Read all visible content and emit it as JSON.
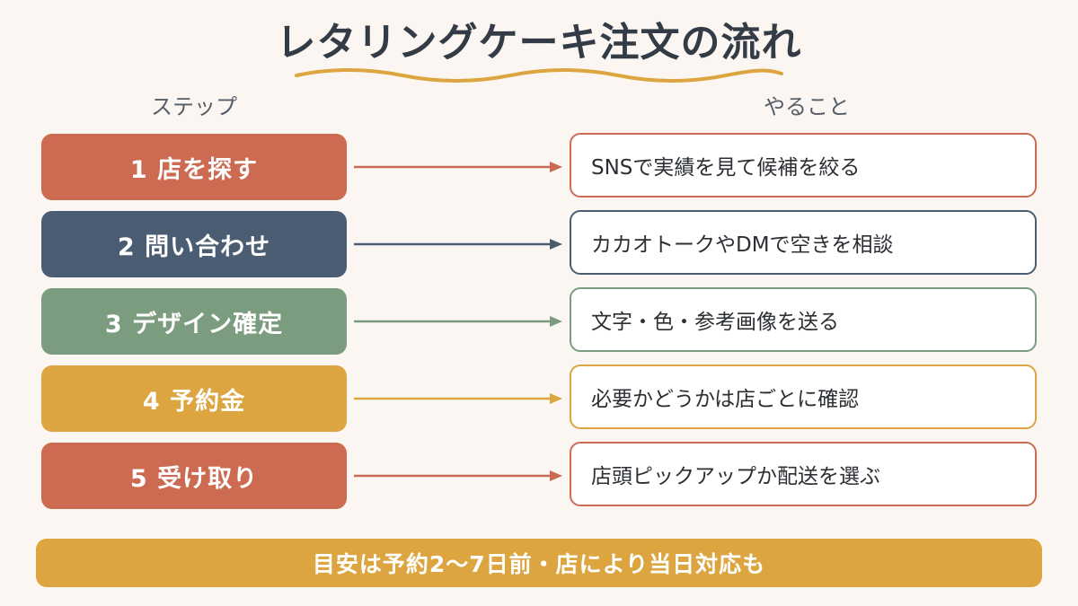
{
  "title": "レタリングケーキ注文の流れ",
  "headers": {
    "left": "ステップ",
    "right": "やること"
  },
  "colors": {
    "red": "#cd6b52",
    "navy": "#4a5d73",
    "green": "#7c9c80",
    "yellow": "#dca540"
  },
  "steps": [
    {
      "label": "1 店を探す",
      "todo": "SNSで実績を見て候補を絞る",
      "color": "#cd6b52"
    },
    {
      "label": "2 問い合わせ",
      "todo": "カカオトークやDMで空きを相談",
      "color": "#4a5d73"
    },
    {
      "label": "3 デザイン確定",
      "todo": "文字・色・参考画像を送る",
      "color": "#7c9c80"
    },
    {
      "label": "4 予約金",
      "todo": "必要かどうかは店ごとに確認",
      "color": "#dca540"
    },
    {
      "label": "5 受け取り",
      "todo": "店頭ピックアップか配送を選ぶ",
      "color": "#cd6b52"
    }
  ],
  "footer": "目安は予約2〜7日前・店により当日対応も"
}
